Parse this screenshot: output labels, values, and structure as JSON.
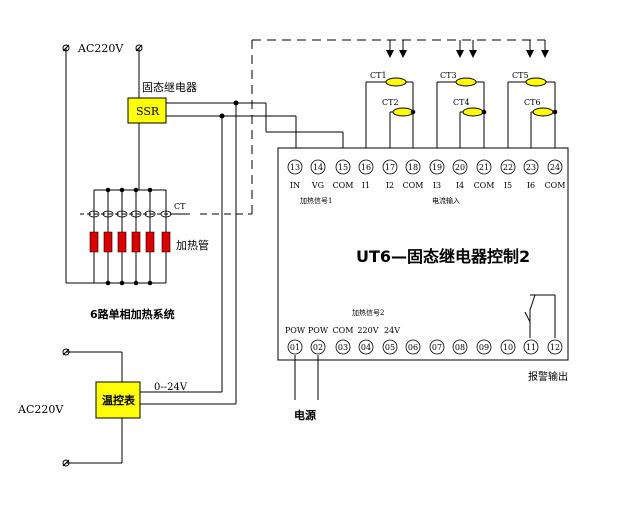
{
  "labels": {
    "ac_top": "AC220V",
    "ac_bottom": "AC220V",
    "ssr_box": "SSR",
    "ssr_title": "固态继电器",
    "ct_small": "CT",
    "heater": "加热管",
    "system": "6路单相加热系统",
    "temp_controller": "温控表",
    "voltage_range": "0--24V",
    "main_title": "UT6—固态继电器控制2",
    "heat_signal_1": "加热信号1",
    "heat_signal_2": "加热信号2",
    "current_input": "电流输入",
    "power": "电源",
    "alarm_output": "报警输出"
  },
  "ct_labels": [
    "CT1",
    "CT2",
    "CT3",
    "CT4",
    "CT5",
    "CT6"
  ],
  "top_terminals": [
    "13",
    "14",
    "15",
    "16",
    "17",
    "18",
    "19",
    "20",
    "21",
    "22",
    "23",
    "24"
  ],
  "top_terminal_labels": [
    "IN",
    "VG",
    "COM",
    "I1",
    "I2",
    "COM",
    "I3",
    "I4",
    "COM",
    "I5",
    "I6",
    "COM"
  ],
  "bottom_terminals": [
    "01",
    "02",
    "03",
    "04",
    "05",
    "06",
    "07",
    "08",
    "09",
    "10",
    "11",
    "12"
  ],
  "bottom_terminal_labels": [
    "POW",
    "POW",
    "COM",
    "220V",
    "24V"
  ]
}
